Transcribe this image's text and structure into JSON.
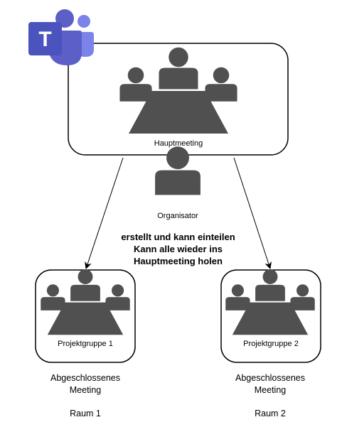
{
  "app": {
    "name": "Microsoft Teams",
    "logo_letter": "T",
    "logo_icon": "teams-logo"
  },
  "colors": {
    "person": "#505050",
    "box_border": "#000000",
    "teams_dark": "#4b53bc",
    "teams_mid": "#5b5fc7",
    "teams_light": "#7b83eb"
  },
  "main_meeting": {
    "label": "Hauptmeeting",
    "icon": "meeting-group-icon"
  },
  "organizer": {
    "label": "Organisator",
    "icon": "person-icon",
    "note_line1": "erstellt und kann einteilen",
    "note_line2": "Kann alle wieder ins",
    "note_line3": "Hauptmeeting holen"
  },
  "breakout_rooms": [
    {
      "label": "Projektgruppe 1",
      "caption_line1": "Abgeschlossenes",
      "caption_line2": "Meeting",
      "room": "Raum 1"
    },
    {
      "label": "Projektgruppe 2",
      "caption_line1": "Abgeschlossenes",
      "caption_line2": "Meeting",
      "room": "Raum 2"
    }
  ]
}
